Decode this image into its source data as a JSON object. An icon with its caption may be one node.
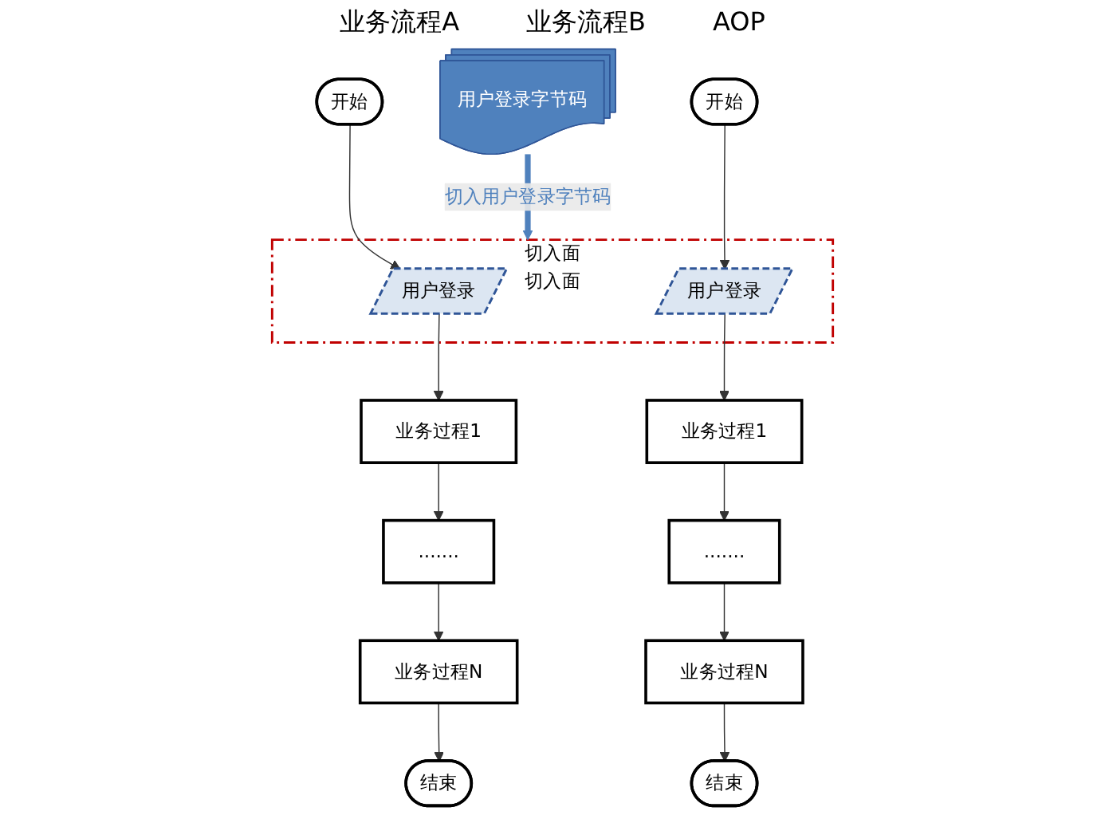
{
  "diagram": {
    "nodes": [
      {
        "text": [
          "切入面",
          "切入面"
        ]
      },
      {
        "text": [
          "开始"
        ]
      },
      {
        "text": [
          "用户登录"
        ],
        "in": 0
      },
      {
        "text": [
          "业务过程1"
        ]
      },
      {
        "text": [
          "......."
        ]
      },
      {
        "text": [
          "业务过程N"
        ]
      },
      {
        "text": [
          "结束"
        ]
      },
      {
        "text": [
          "开始"
        ]
      },
      {
        "text": [
          "用户登录"
        ],
        "in": 0
      },
      {
        "text": [
          "业务过程1"
        ]
      },
      {
        "text": [
          "......."
        ]
      },
      {
        "text": [
          "业务过程N"
        ]
      },
      {
        "text": [
          "结束"
        ]
      },
      {
        "text": [
          "用户登录字节码"
        ]
      }
    ],
    "edges": [
      {
        "from": 1,
        "to": 2,
        "arrow": "to"
      },
      {
        "from": 2,
        "to": 3,
        "arrow": "to"
      },
      {
        "from": 3,
        "to": 4,
        "arrow": "to"
      },
      {
        "from": 4,
        "to": 5,
        "arrow": "to"
      },
      {
        "from": 5,
        "to": 6,
        "arrow": "to"
      },
      {
        "from": 7,
        "to": 8,
        "arrow": "to"
      },
      {
        "from": 8,
        "to": 9,
        "arrow": "to"
      },
      {
        "from": 9,
        "to": 10,
        "arrow": "to"
      },
      {
        "from": 10,
        "to": 11,
        "arrow": "to"
      },
      {
        "from": 11,
        "to": 12,
        "arrow": "to"
      },
      {
        "from": 13,
        "to": 0,
        "arrow": "to",
        "label": "切入用户登录字节码",
        "style": "thick",
        "color": "#4f81bd"
      }
    ],
    "labels": [
      "业务流程A",
      "业务流程B",
      "AOP"
    ]
  }
}
